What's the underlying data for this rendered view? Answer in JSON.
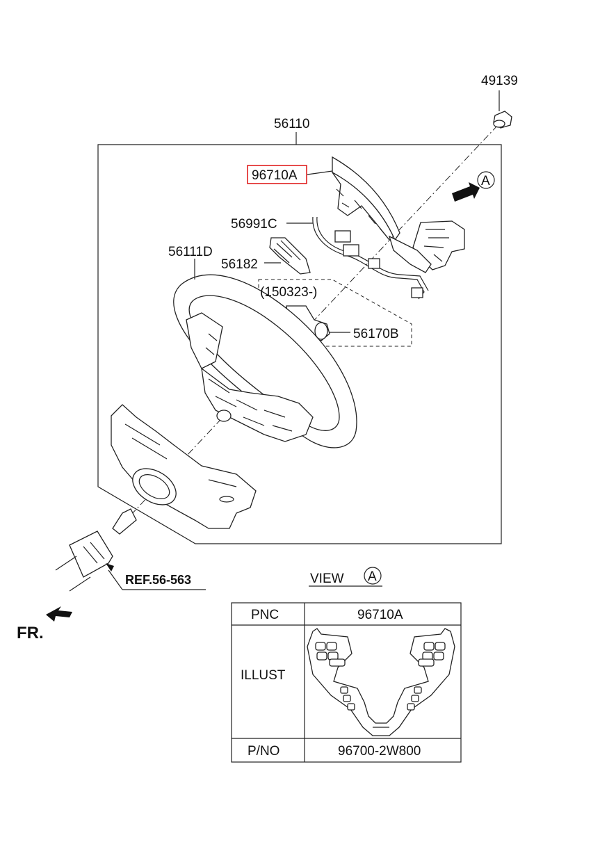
{
  "labels": {
    "nut": "49139",
    "assembly": "56110",
    "remote_switch": "96710A",
    "extension_wire": "56991C",
    "wheel": "56111D",
    "bracket": "56182",
    "date_note": "(150323-)",
    "clock_spring": "56170B",
    "reference": "REF.56-563",
    "front": "FR.",
    "view_word": "VIEW",
    "view_letter": "A",
    "arrow_letter": "A"
  },
  "table": {
    "headers": [
      "PNC",
      "ILLUST",
      "P/NO"
    ],
    "values": [
      "96710A",
      "",
      "96700-2W800"
    ]
  },
  "colors": {
    "highlight": "#e02020",
    "line": "#222222"
  }
}
